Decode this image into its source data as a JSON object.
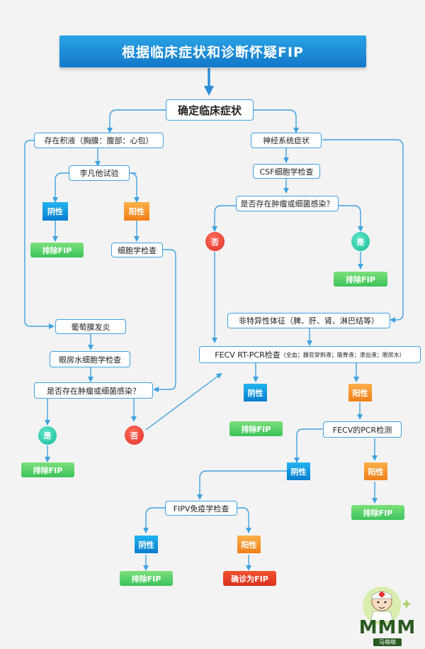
{
  "title": "根据临床症状和诊断怀疑FIP",
  "confirm": "确定临床症状",
  "effusion": "存在积液（胸膜：腹部：心包）",
  "rivalta": "李凡他试验",
  "neg": "阴性",
  "pos": "阳性",
  "exclude": "排除FIP",
  "cytology": "细胞学检查",
  "uveitis": "葡萄膜发炎",
  "aqueous": "眼房水细胞学检查",
  "tumor_q": "是否存在肿瘤或细菌感染？",
  "yes": "是",
  "no": "否",
  "neuro": "神经系统症状",
  "csf": "CSF细胞学检查",
  "nonspecific": "非特异性体征（脾、肝、肾、淋巴结等）",
  "fecv_rt_main": "FECV RT-PCR检查",
  "fecv_rt_sub": "（全血；器官穿刺液；脑脊液；渗出液；眼房水）",
  "fecv_pcr": "FECV的PCR检测",
  "fipv": "FIPV免疫学检查",
  "diagnose": "确诊为FIP",
  "logo_text": "MMM",
  "logo_sub": "马萌萌"
}
